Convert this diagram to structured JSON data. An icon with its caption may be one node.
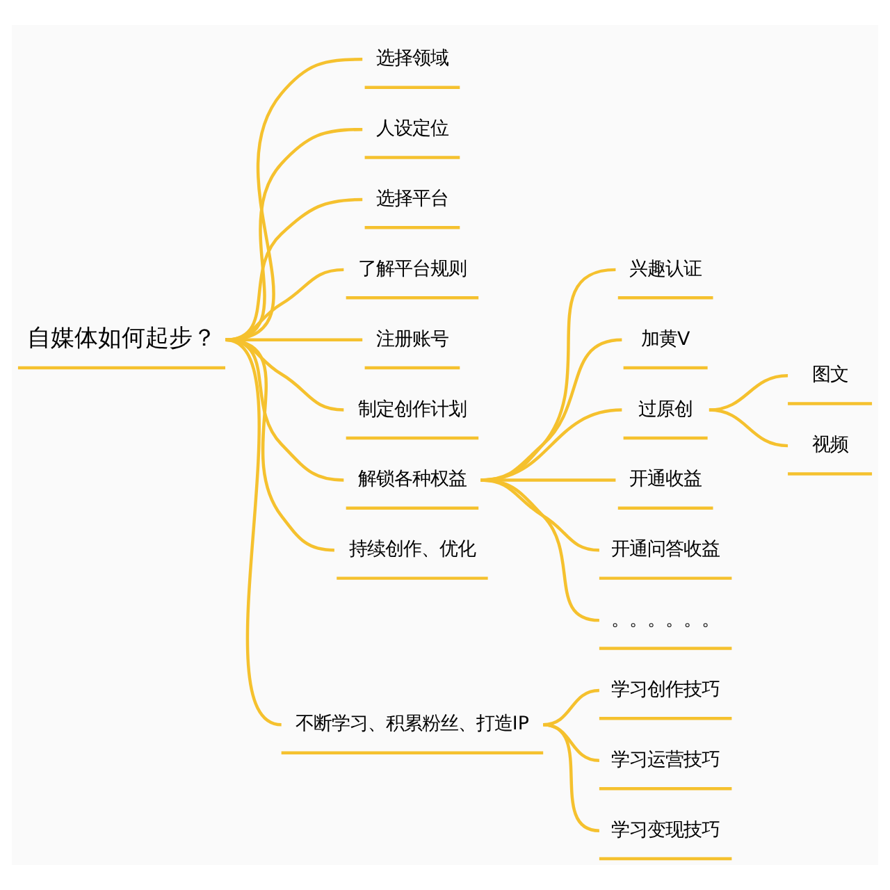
{
  "diagram": {
    "nodes": [
      {
        "text": [
          "自媒体如何起步？"
        ]
      },
      {
        "text": [
          "选择领域"
        ]
      },
      {
        "text": [
          "人设定位"
        ]
      },
      {
        "text": [
          "选择平台"
        ]
      },
      {
        "text": [
          "了解平台规则"
        ]
      },
      {
        "text": [
          "注册账号"
        ]
      },
      {
        "text": [
          "制定创作计划"
        ]
      },
      {
        "text": [
          "解锁各种权益"
        ]
      },
      {
        "text": [
          "兴趣认证"
        ]
      },
      {
        "text": [
          "加黄V"
        ]
      },
      {
        "text": [
          "过原创"
        ]
      },
      {
        "text": [
          "图文"
        ]
      },
      {
        "text": [
          "视频"
        ]
      },
      {
        "text": [
          "开通收益"
        ]
      },
      {
        "text": [
          "开通问答收益"
        ]
      },
      {
        "text": [
          "。。。。。。"
        ]
      },
      {
        "text": [
          "持续创作、优化"
        ]
      },
      {
        "text": [
          "不断学习、积累粉丝、打造IP"
        ]
      },
      {
        "text": [
          "学习创作技巧"
        ]
      },
      {
        "text": [
          "学习运营技巧"
        ]
      },
      {
        "text": [
          "学习变现技巧"
        ]
      }
    ],
    "edges": [
      {
        "from": 0,
        "to": 1,
        "arrow": "none"
      },
      {
        "from": 0,
        "to": 2,
        "arrow": "none"
      },
      {
        "from": 0,
        "to": 3,
        "arrow": "none"
      },
      {
        "from": 0,
        "to": 4,
        "arrow": "none"
      },
      {
        "from": 0,
        "to": 5,
        "arrow": "none"
      },
      {
        "from": 0,
        "to": 6,
        "arrow": "none"
      },
      {
        "from": 0,
        "to": 7,
        "arrow": "none"
      },
      {
        "from": 7,
        "to": 8,
        "arrow": "none"
      },
      {
        "from": 7,
        "to": 9,
        "arrow": "none"
      },
      {
        "from": 7,
        "to": 10,
        "arrow": "none"
      },
      {
        "from": 10,
        "to": 11,
        "arrow": "none"
      },
      {
        "from": 10,
        "to": 12,
        "arrow": "none"
      },
      {
        "from": 7,
        "to": 13,
        "arrow": "none"
      },
      {
        "from": 7,
        "to": 14,
        "arrow": "none"
      },
      {
        "from": 7,
        "to": 15,
        "arrow": "none"
      },
      {
        "from": 0,
        "to": 16,
        "arrow": "none"
      },
      {
        "from": 0,
        "to": 17,
        "arrow": "none"
      },
      {
        "from": 17,
        "to": 18,
        "arrow": "none"
      },
      {
        "from": 17,
        "to": 19,
        "arrow": "none"
      },
      {
        "from": 17,
        "to": 20,
        "arrow": "none"
      }
    ]
  }
}
